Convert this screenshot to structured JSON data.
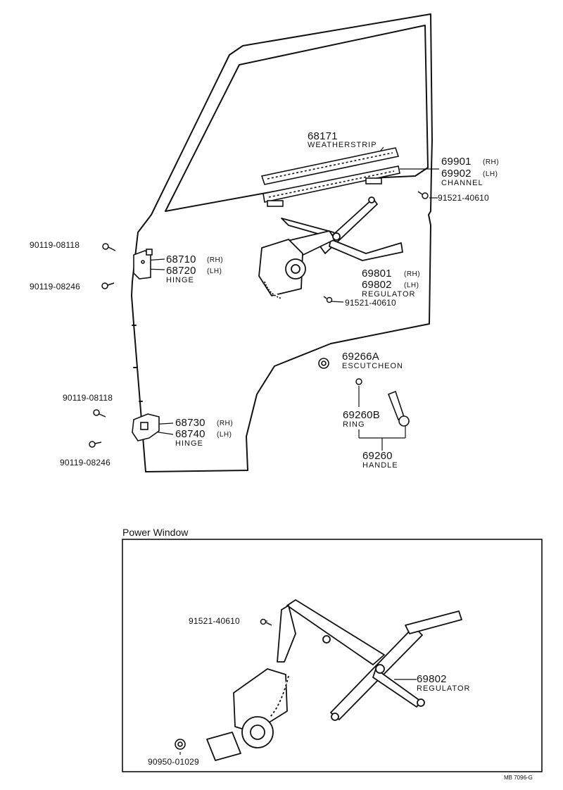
{
  "power_window_title": "Power Window",
  "drawing_code": "MB 7096-G",
  "parts": {
    "weatherstrip": {
      "pn": "68171",
      "name": "WEATHERSTRIP"
    },
    "channel": {
      "pn_rh": "69901",
      "pn_lh": "69902",
      "rh": "(RH)",
      "lh": "(LH)",
      "name": "CHANNEL"
    },
    "bolt_channel": {
      "pn": "91521-40610"
    },
    "upper_hinge_bolt_1": {
      "pn": "90119-08118"
    },
    "upper_hinge_bolt_2": {
      "pn": "90119-08246"
    },
    "upper_hinge": {
      "pn_rh": "68710",
      "pn_lh": "68720",
      "rh": "(RH)",
      "lh": "(LH)",
      "name": "HINGE"
    },
    "regulator": {
      "pn_rh": "69801",
      "pn_lh": "69802",
      "rh": "(RH)",
      "lh": "(LH)",
      "name": "REGULATOR"
    },
    "bolt_regulator": {
      "pn": "91521-40610"
    },
    "escutcheon": {
      "pn": "69266A",
      "name": "ESCUTCHEON"
    },
    "ring": {
      "pn": "69260B",
      "name": "RING"
    },
    "handle": {
      "pn": "69260",
      "name": "HANDLE"
    },
    "lower_hinge_bolt_1": {
      "pn": "90119-08118"
    },
    "lower_hinge_bolt_2": {
      "pn": "90119-08246"
    },
    "lower_hinge": {
      "pn_rh": "68730",
      "pn_lh": "68740",
      "rh": "(RH)",
      "lh": "(LH)",
      "name": "HINGE"
    },
    "pw_bolt": {
      "pn": "91521-40610"
    },
    "pw_regulator": {
      "pn": "69802",
      "name": "REGULATOR"
    },
    "pw_nut": {
      "pn": "90950-01029"
    }
  }
}
